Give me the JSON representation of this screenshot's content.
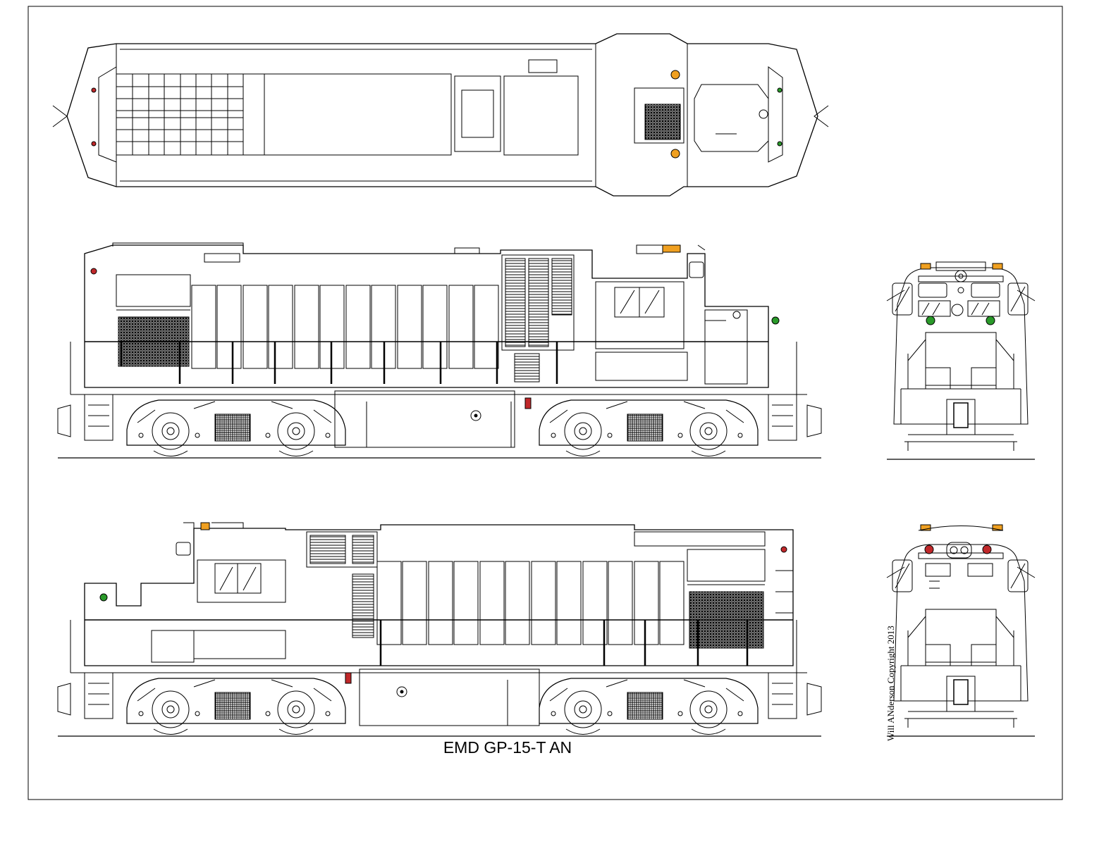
{
  "drawing": {
    "caption": "EMD GP-15-T AN",
    "credit": "Will ANderson Copyright 2013"
  },
  "colors": {
    "line": "#000000",
    "background": "#ffffff",
    "marker_light": "#f0a020",
    "class_light_green": "#2a9a2a",
    "class_light_red": "#c0282a"
  },
  "views": [
    "top-plan-view",
    "left-side-elevation",
    "right-side-elevation",
    "front-end-view",
    "rear-end-view"
  ]
}
